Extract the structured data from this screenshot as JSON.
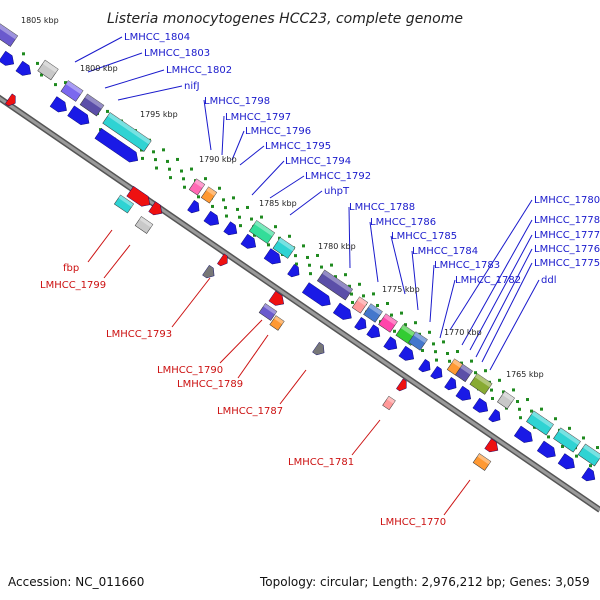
{
  "title": "Listeria monocytogenes HCC23, complete genome",
  "footer": {
    "accession": "Accession: NC_011660",
    "summary": "Topology: circular; Length: 2,976,212 bp; Genes: 3,059"
  },
  "colors": {
    "plus_label": "#1a1acc",
    "minus_label": "#cc1111",
    "backbone": "#888888",
    "tick": "#227722"
  },
  "ticks": [
    "1805 kbp",
    "1800 kbp",
    "1795 kbp",
    "1790 kbp",
    "1785 kbp",
    "1780 kbp",
    "1775 kbp",
    "1770 kbp",
    "1765 kbp"
  ],
  "plus_labels": [
    "LMHCC_1804",
    "LMHCC_1803",
    "LMHCC_1802",
    "nifJ",
    "LMHCC_1798",
    "LMHCC_1797",
    "LMHCC_1796",
    "LMHCC_1795",
    "LMHCC_1794",
    "LMHCC_1792",
    "uhpT",
    "LMHCC_1788",
    "LMHCC_1786",
    "LMHCC_1785",
    "LMHCC_1784",
    "LMHCC_1783",
    "LMHCC_1782",
    "LMHCC_1780",
    "LMHCC_1778",
    "LMHCC_1777",
    "LMHCC_1776",
    "LMHCC_1775",
    "ddl"
  ],
  "minus_labels": [
    "fbp",
    "LMHCC_1799",
    "LMHCC_1793",
    "LMHCC_1790",
    "LMHCC_1789",
    "LMHCC_1787",
    "LMHCC_1781",
    "LMHCC_1770"
  ]
}
